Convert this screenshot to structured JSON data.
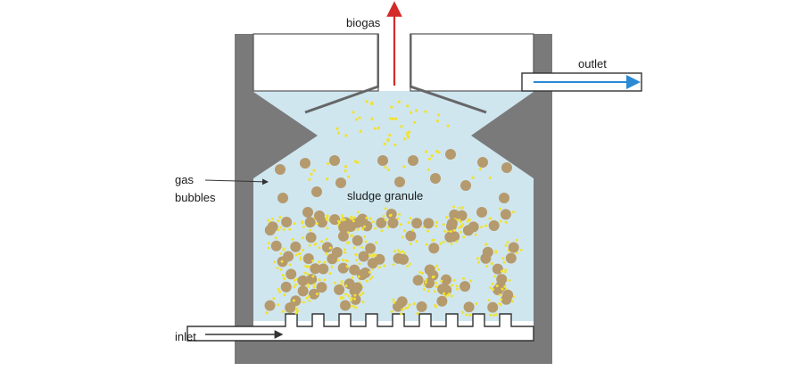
{
  "labels": {
    "biogas": "biogas",
    "outlet": "outlet",
    "gas": "gas",
    "bubbles": "bubbles",
    "sludge_granule": "sludge granule",
    "inlet": "inlet"
  },
  "colors": {
    "wall": "#7a7a7a",
    "water": "#cfe6ef",
    "granule": "#b59a6e",
    "bubble": "#f2e22e",
    "biogas_arrow": "#d42a2a",
    "outlet_arrow": "#2a8ad4",
    "line": "#555555"
  }
}
